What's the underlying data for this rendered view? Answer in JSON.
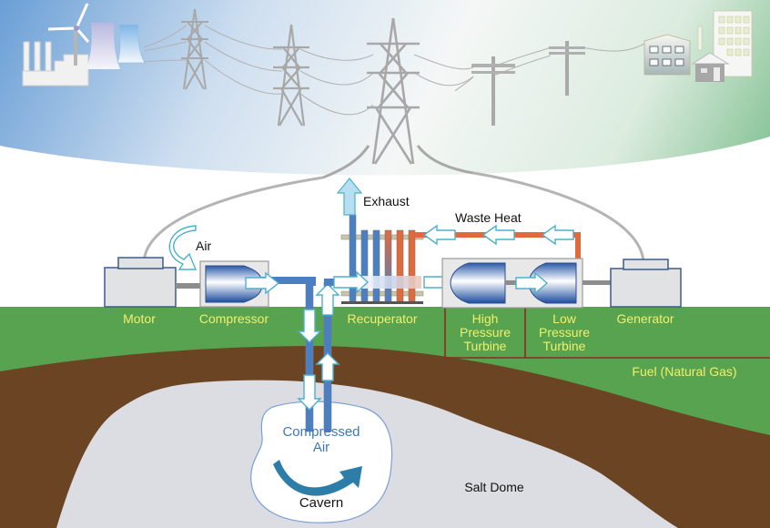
{
  "title": "Compressed Air Energy Storage (CAES) diagram",
  "colors": {
    "ground_green": "#57a350",
    "soil_brown": "#6b4423",
    "salt_dome": "#dcdde3",
    "pipe_blue": "#4a7fc4",
    "hot_pipe": "#e06a3c",
    "label_yellow": "#f3ef6a",
    "fuel_line": "#8a2a22",
    "tower_gray": "#a8a8a8"
  },
  "labels": {
    "air": "Air",
    "exhaust": "Exhaust",
    "waste_heat": "Waste Heat",
    "motor": "Motor",
    "compressor": "Compressor",
    "recuperator": "Recuperator",
    "hp_turbine": [
      "High",
      "Pressure",
      "Turbine"
    ],
    "lp_turbine": [
      "Low",
      "Pressure",
      "Turbine"
    ],
    "generator": "Generator",
    "fuel": "Fuel (Natural Gas)",
    "compressed_air": [
      "Compressed",
      "Air"
    ],
    "cavern": "Cavern",
    "salt_dome": "Salt Dome"
  },
  "icons": {
    "power_plant": "power-plant-icon",
    "wind_turbine": "wind-turbine-icon",
    "cooling_towers": "cooling-tower-icon",
    "transmission_towers": "transmission-tower-icon",
    "utility_poles": "utility-pole-icon",
    "buildings": "building-icon",
    "house": "house-icon"
  }
}
